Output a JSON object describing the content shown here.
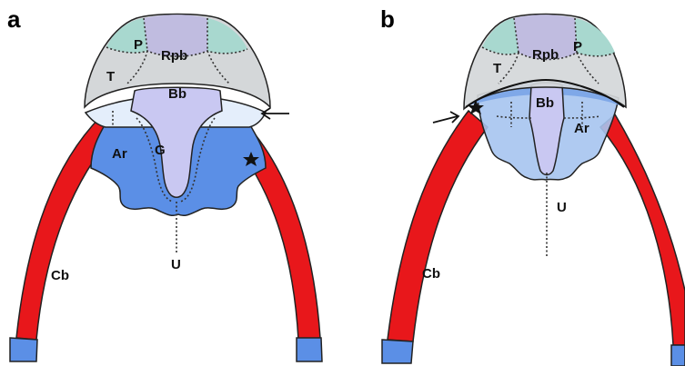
{
  "panels": [
    {
      "label": "a",
      "parts": {
        "p": "P",
        "rpb": "Rpb",
        "t": "T",
        "bb": "Bb",
        "ar": "Ar",
        "g": "G",
        "u": "U",
        "cb": "Cb"
      }
    },
    {
      "label": "b",
      "parts": {
        "p": "P",
        "rpb": "Rpb",
        "t": "T",
        "bb": "Bb",
        "ar": "Ar",
        "u": "U",
        "cb": "Cb"
      }
    }
  ],
  "colors": {
    "ceratobranchial": "#e8171b",
    "ceratobranchial_tip": "#5b8fe6",
    "arytenoid": "#5b8fe6",
    "basibranchial": "#c9c8f2",
    "parietal": "#a8d8cf",
    "roof": "#d4d7d9",
    "transition": "#e4eefb"
  },
  "icons": [
    "star-icon",
    "arrow-icon"
  ]
}
